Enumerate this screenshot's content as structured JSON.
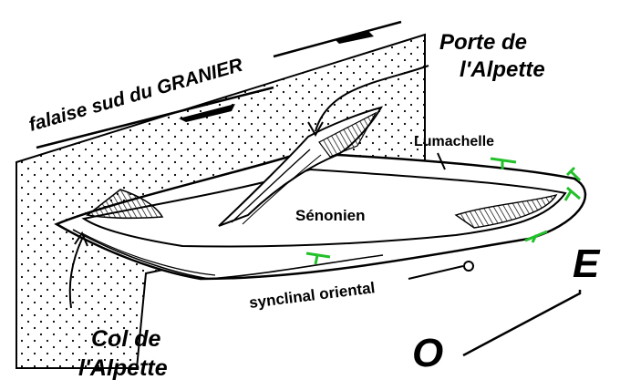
{
  "labels": {
    "cliff": "falaise sud du GRANIER",
    "porte_line1": "Porte de",
    "porte_line2": "l'Alpette",
    "lumachelle": "Lumachelle",
    "senonien": "Sénonien",
    "synclinal": "synclinal oriental",
    "col_line1": "Col de",
    "col_line2": "l'Alpette",
    "east": "E",
    "west": "O"
  },
  "colors": {
    "ink": "#000000",
    "dip_marks": "#22c02a",
    "background": "#ffffff"
  }
}
